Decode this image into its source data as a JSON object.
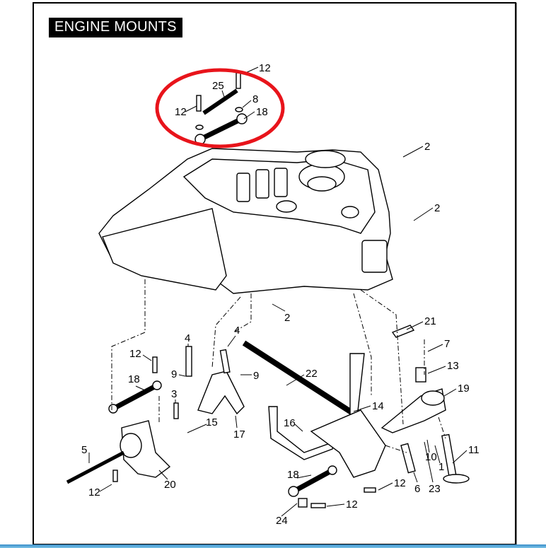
{
  "title": "ENGINE MOUNTS",
  "highlight_color": "#e8141b",
  "callouts": [
    "12",
    "25",
    "8",
    "12",
    "18",
    "2",
    "2",
    "2",
    "21",
    "7",
    "4",
    "4",
    "12",
    "9",
    "9",
    "22",
    "13",
    "18",
    "19",
    "3",
    "14",
    "15",
    "16",
    "17",
    "5",
    "10",
    "11",
    "1",
    "20",
    "12",
    "18",
    "12",
    "6",
    "23",
    "12",
    "24"
  ]
}
